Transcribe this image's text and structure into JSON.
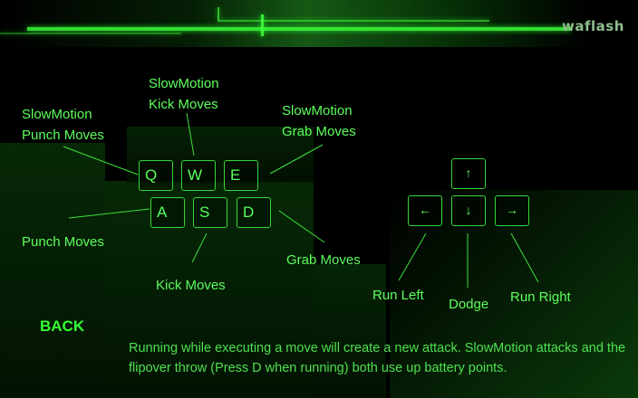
{
  "brand": "waflash",
  "keys": {
    "q": "Q",
    "w": "W",
    "e": "E",
    "a": "A",
    "s": "S",
    "d": "D"
  },
  "arrows": {
    "up": "↑",
    "left": "←",
    "down": "↓",
    "right": "→"
  },
  "labels": {
    "slowmotion_punch_line1": "SlowMotion",
    "slowmotion_punch_line2": "Punch Moves",
    "slowmotion_kick_line1": "SlowMotion",
    "slowmotion_kick_line2": "Kick Moves",
    "slowmotion_grab_line1": "SlowMotion",
    "slowmotion_grab_line2": "Grab Moves",
    "punch": "Punch Moves",
    "kick": "Kick Moves",
    "grab": "Grab Moves",
    "run_left": "Run Left",
    "dodge": "Dodge",
    "run_right": "Run Right"
  },
  "back_label": "BACK",
  "info_text": "Running while executing a move will create a new attack. SlowMotion attacks and the flipover throw (Press D when running) both use up battery points.",
  "colors": {
    "accent": "#4dff4d",
    "background": "#000000"
  }
}
